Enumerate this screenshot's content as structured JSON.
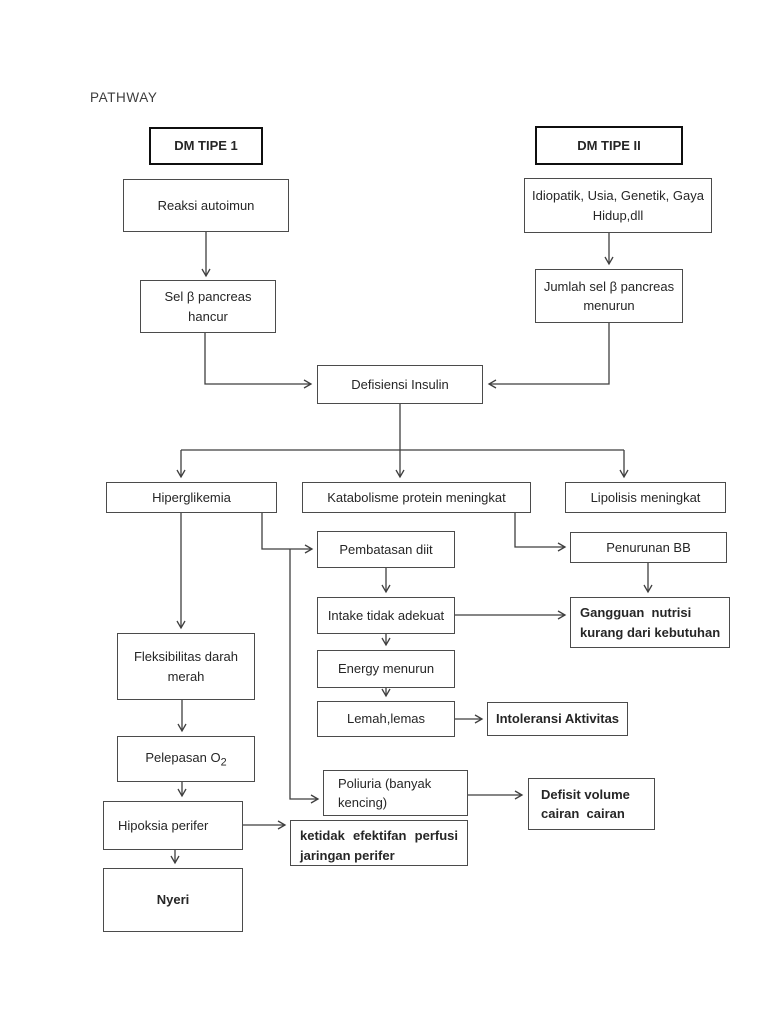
{
  "page": {
    "title": "PATHWAY",
    "background": "#ffffff"
  },
  "colors": {
    "line": "#3f3f3f",
    "box_border": "#4b4b4b",
    "emphasis_border": "#0f0f0f",
    "text": "#262626"
  },
  "nodes": {
    "dm1": "DM TIPE 1",
    "reaksi": "Reaksi autoimun",
    "selbeta": "Sel β pancreas hancur",
    "dm2": "DM TIPE II",
    "idiopatik": "Idiopatik, Usia, Genetik, Gaya Hidup,dll",
    "jumlah": "Jumlah sel β pancreas menurun",
    "defisiensi": "Defisiensi Insulin",
    "hiperglikemia": "Hiperglikemia",
    "katabolisme": "Katabolisme protein meningkat",
    "lipolisis": "Lipolisis meningkat",
    "pembatasan": "Pembatasan diit",
    "penurunan": "Penurunan BB",
    "intake": "Intake tidak adekuat",
    "gangguan": "Gangguan  nutrisi kurang dari kebutuhan",
    "energy": "Energy menurun",
    "lemah": "Lemah,lemas",
    "intoleransi": "Intoleransi Aktivitas",
    "fleksibilitas": "Fleksibilitas darah merah",
    "pelepasan_base": "Pelepasan O",
    "pelepasan_sub": "2",
    "hipoksia": "Hipoksia perifer",
    "nyeri": "Nyeri",
    "poliuria": "Poliuria (banyak kencing)",
    "ketidak": "ketidak efektifan perfusi jaringan perifer",
    "defisit": "Defisit volume cairan  cairan"
  },
  "edges": [
    "Reaksi autoimun → Sel β pancreas hancur",
    "Idiopatik, Usia, Genetik, Gaya Hidup,dll → Jumlah sel β pancreas menurun",
    "Sel β pancreas hancur → Defisiensi Insulin",
    "Jumlah sel β pancreas menurun → Defisiensi Insulin",
    "Defisiensi Insulin → Hiperglikemia",
    "Defisiensi Insulin → Katabolisme protein meningkat",
    "Defisiensi Insulin → Lipolisis meningkat",
    "Hiperglikemia → Fleksibilitas darah merah",
    "Hiperglikemia → Pembatasan diit",
    "Hiperglikemia → Poliuria (banyak kencing)",
    "Pembatasan diit → Intake tidak adekuat",
    "Intake tidak adekuat → Energy menurun",
    "Intake tidak adekuat → Gangguan nutrisi kurang dari kebutuhan",
    "Energy menurun → Lemah,lemas",
    "Lemah,lemas → Intoleransi Aktivitas",
    "Katabolisme protein meningkat → Penurunan BB",
    "Penurunan BB → Gangguan nutrisi kurang dari kebutuhan",
    "Fleksibilitas darah merah → Pelepasan O2",
    "Pelepasan O2 → Hipoksia perifer",
    "Hipoksia perifer → ketidak efektifan perfusi jaringan perifer",
    "Hipoksia perifer → Nyeri",
    "Poliuria (banyak kencing) → Defisit volume cairan cairan"
  ]
}
